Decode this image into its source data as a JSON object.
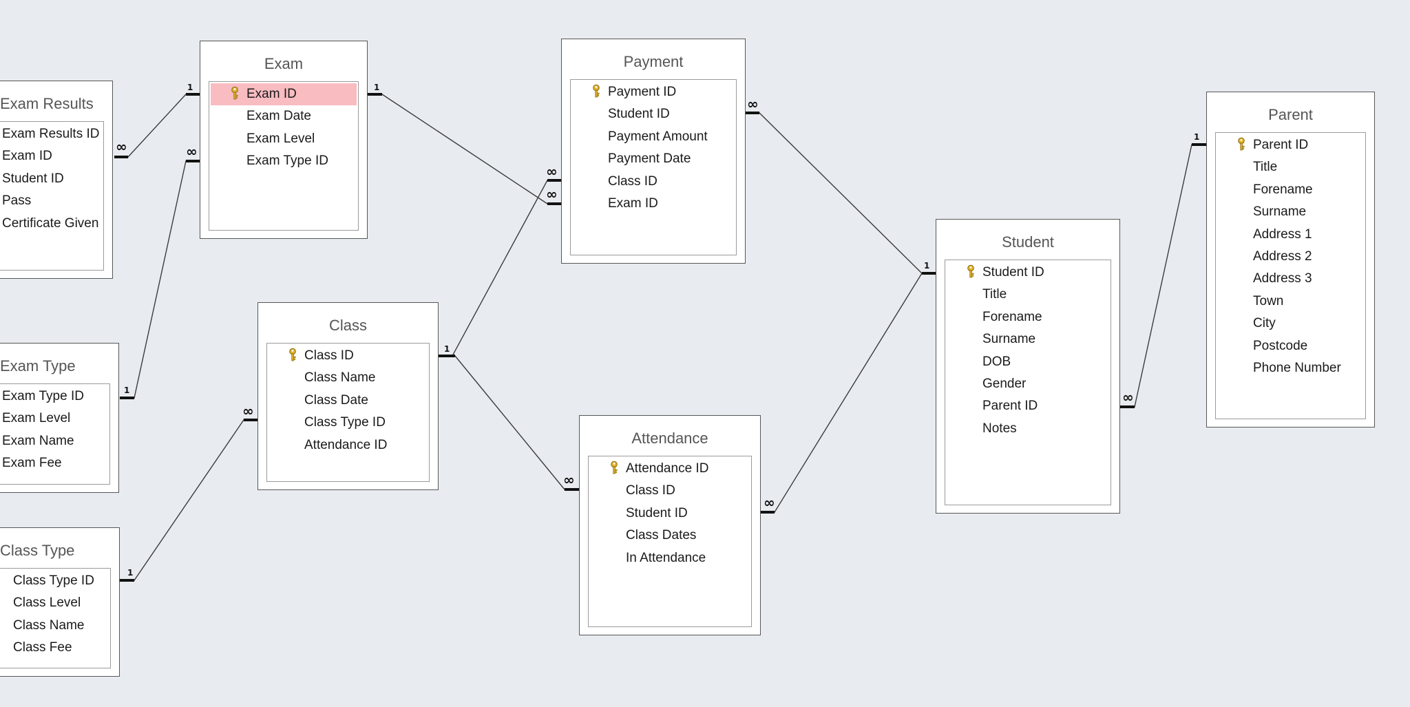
{
  "colors": {
    "canvas": "#e8ecf0",
    "table_border": "#555555",
    "selected_field": "#f8bcc1",
    "key_icon": "#e0b32a",
    "line": "#3b3b3b"
  },
  "relationship_labels": {
    "one": "1",
    "many": "∞"
  },
  "tables": {
    "exam_results": {
      "title": "Exam Results",
      "fields": [
        "Exam Results ID",
        "Exam ID",
        "Student ID",
        "Pass",
        "Certificate Given"
      ]
    },
    "exam": {
      "title": "Exam",
      "fields": [
        "Exam ID",
        "Exam Date",
        "Exam Level",
        "Exam Type ID"
      ],
      "selected_field": "Exam ID"
    },
    "payment": {
      "title": "Payment",
      "fields": [
        "Payment ID",
        "Student ID",
        "Payment Amount",
        "Payment Date",
        "Class ID",
        "Exam ID"
      ]
    },
    "parent": {
      "title": "Parent",
      "fields": [
        "Parent ID",
        "Title",
        "Forename",
        "Surname",
        "Address 1",
        "Address 2",
        "Address 3",
        "Town",
        "City",
        "Postcode",
        "Phone Number"
      ]
    },
    "student": {
      "title": "Student",
      "fields": [
        "Student ID",
        "Title",
        "Forename",
        "Surname",
        "DOB",
        "Gender",
        "Parent ID",
        "Notes"
      ]
    },
    "exam_type": {
      "title": "Exam Type",
      "fields": [
        "Exam Type ID",
        "Exam Level",
        "Exam Name",
        "Exam Fee"
      ]
    },
    "class": {
      "title": "Class",
      "fields": [
        "Class ID",
        "Class Name",
        "Class Date",
        "Class Type ID",
        "Attendance ID"
      ]
    },
    "attendance": {
      "title": "Attendance",
      "fields": [
        "Attendance ID",
        "Class ID",
        "Student ID",
        "Class Dates",
        "In Attendance"
      ]
    },
    "class_type": {
      "title": "Class Type",
      "fields": [
        "Class Type ID",
        "Class Level",
        "Class Name",
        "Class Fee"
      ]
    }
  }
}
